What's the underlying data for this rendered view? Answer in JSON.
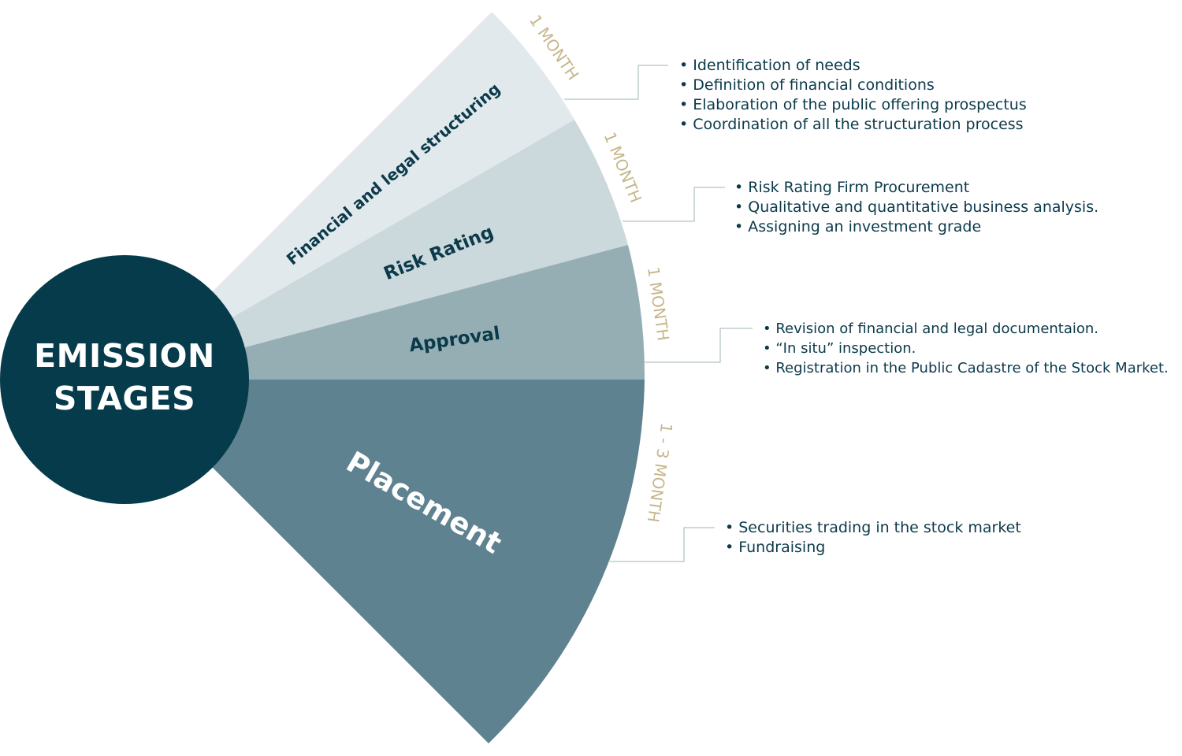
{
  "center": {
    "line1": "EMISSION",
    "line2": "STAGES"
  },
  "stages": [
    {
      "label": "Financial and legal structuring",
      "duration": "1 MONTH",
      "items": [
        "Identification of needs",
        "Definition of financial conditions",
        "Elaboration of the public offering prospectus",
        "Coordination of all the structuration process"
      ]
    },
    {
      "label": "Risk Rating",
      "duration": "1 MONTH",
      "items": [
        "Risk Rating Firm Procurement",
        "Qualitative and quantitative business analysis.",
        "Assigning an investment grade"
      ]
    },
    {
      "label": "Approval",
      "duration": "1 MONTH",
      "items": [
        "Revision of financial and legal documentaion.",
        "“In situ” inspection.",
        "Registration in the Public Cadastre of the Stock Market."
      ]
    },
    {
      "label": "Placement",
      "duration": "1 - 3 MONTH",
      "items": [
        "Securities trading in the stock market",
        "Fundraising"
      ]
    }
  ],
  "colors": {
    "center_fill": "#053b4b",
    "sector_fills": [
      "#e2e9ec",
      "#cbd8dc",
      "#95aeb4",
      "#5e828f"
    ],
    "label_dark": "#0b3a4a",
    "label_light": "#ffffff",
    "duration": "#c5b68a",
    "connector": "#9fb3ba"
  }
}
